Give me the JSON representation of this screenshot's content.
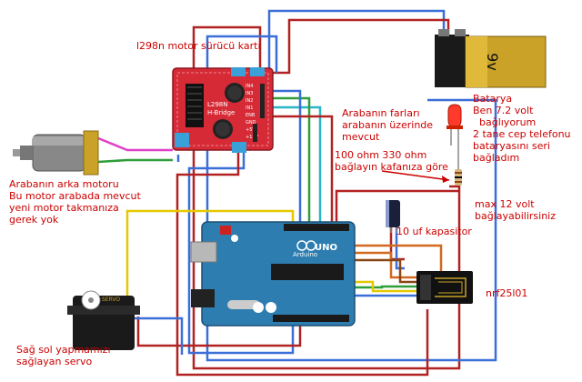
{
  "labels": {
    "driver_title": "l298n motor sürücü kartı",
    "motor_note": "Arabanın arka motoru\nBu motor arabada mevcut\nyeni motor takmanıza\ngerek yok",
    "servo_note": "Sağ sol yapmamızı\nsağlayan servo",
    "lights_note": "Arabanın farları\narabanın üzerinde\nmevcut",
    "resistor_note": "100 ohm 330 ohm\nbağlayın kafanıza göre",
    "battery_note": "Batarya\nBen 7.2 volt\n  bağlıyorum\n2 tane cep telefonu\nbataryasını seri\nbağladım",
    "max_volt_note": "max 12 volt\nbağlayabilirsiniz",
    "capacitor_note": "10 uf kapasitor",
    "radio_note": "nrf25l01"
  },
  "components": {
    "battery_label": "9v",
    "driver_chip_label": "L298N\nH-Bridge",
    "driver_pins": [
      "IN4",
      "IN3",
      "IN2",
      "IN1",
      "ENB",
      "GND",
      "+5V",
      "+12V"
    ],
    "arduino_label": "UNO",
    "arduino_brand": "Arduino",
    "servo_label": "SERVO"
  },
  "colors": {
    "label_text": "#cc0000",
    "driver_board": "#d62b36",
    "arduino_board": "#2d7db0",
    "wire_red": "#b22222",
    "wire_blue": "#3a6fd8",
    "wire_yellow": "#e6c800",
    "wire_magenta": "#e040c8",
    "wire_cyan": "#2bb5c8",
    "wire_green": "#2e9e3a",
    "wire_orange": "#d2691e",
    "wire_brown": "#8b2500"
  }
}
